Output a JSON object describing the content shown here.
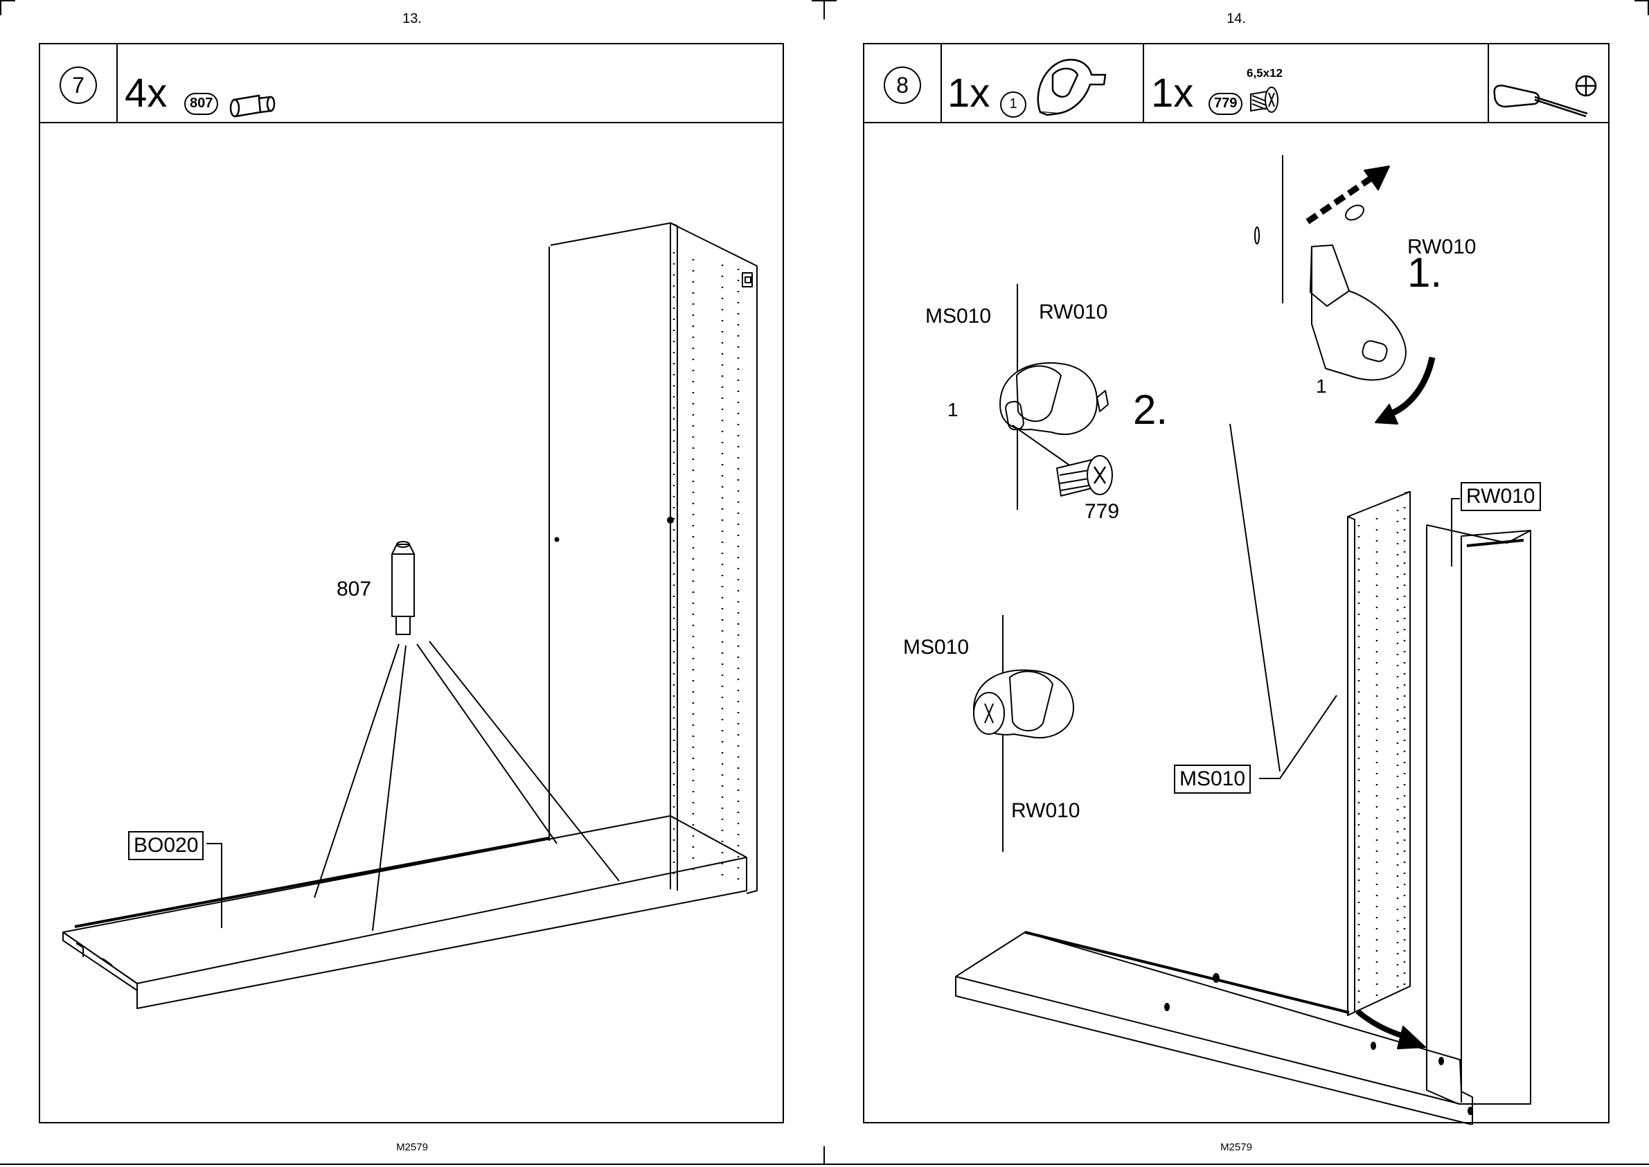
{
  "left_page": {
    "page_number": "13.",
    "footer_code": "M2579",
    "step": {
      "number": "7",
      "quantity": "4x",
      "part_code": "807"
    },
    "labels": {
      "dowel": "807",
      "panel": "BO020"
    }
  },
  "right_page": {
    "page_number": "14.",
    "footer_code": "M2579",
    "step": {
      "number": "8",
      "part1_quantity": "1x",
      "part1_code": "1",
      "part2_quantity": "1x",
      "part2_code": "779",
      "part2_size": "6,5x12",
      "tool": "phillips-screwdriver-icon"
    },
    "labels": {
      "rw010_top": "RW010",
      "stage1": "1.",
      "bracket_top": "1",
      "ms010_detail": "MS010",
      "rw010_detail": "RW010",
      "bracket_detail": "1",
      "stage2": "2.",
      "screw_detail": "779",
      "ms010_lower": "MS010",
      "rw010_lower": "RW010",
      "ms010_main": "MS010",
      "rw010_main": "RW010"
    }
  }
}
